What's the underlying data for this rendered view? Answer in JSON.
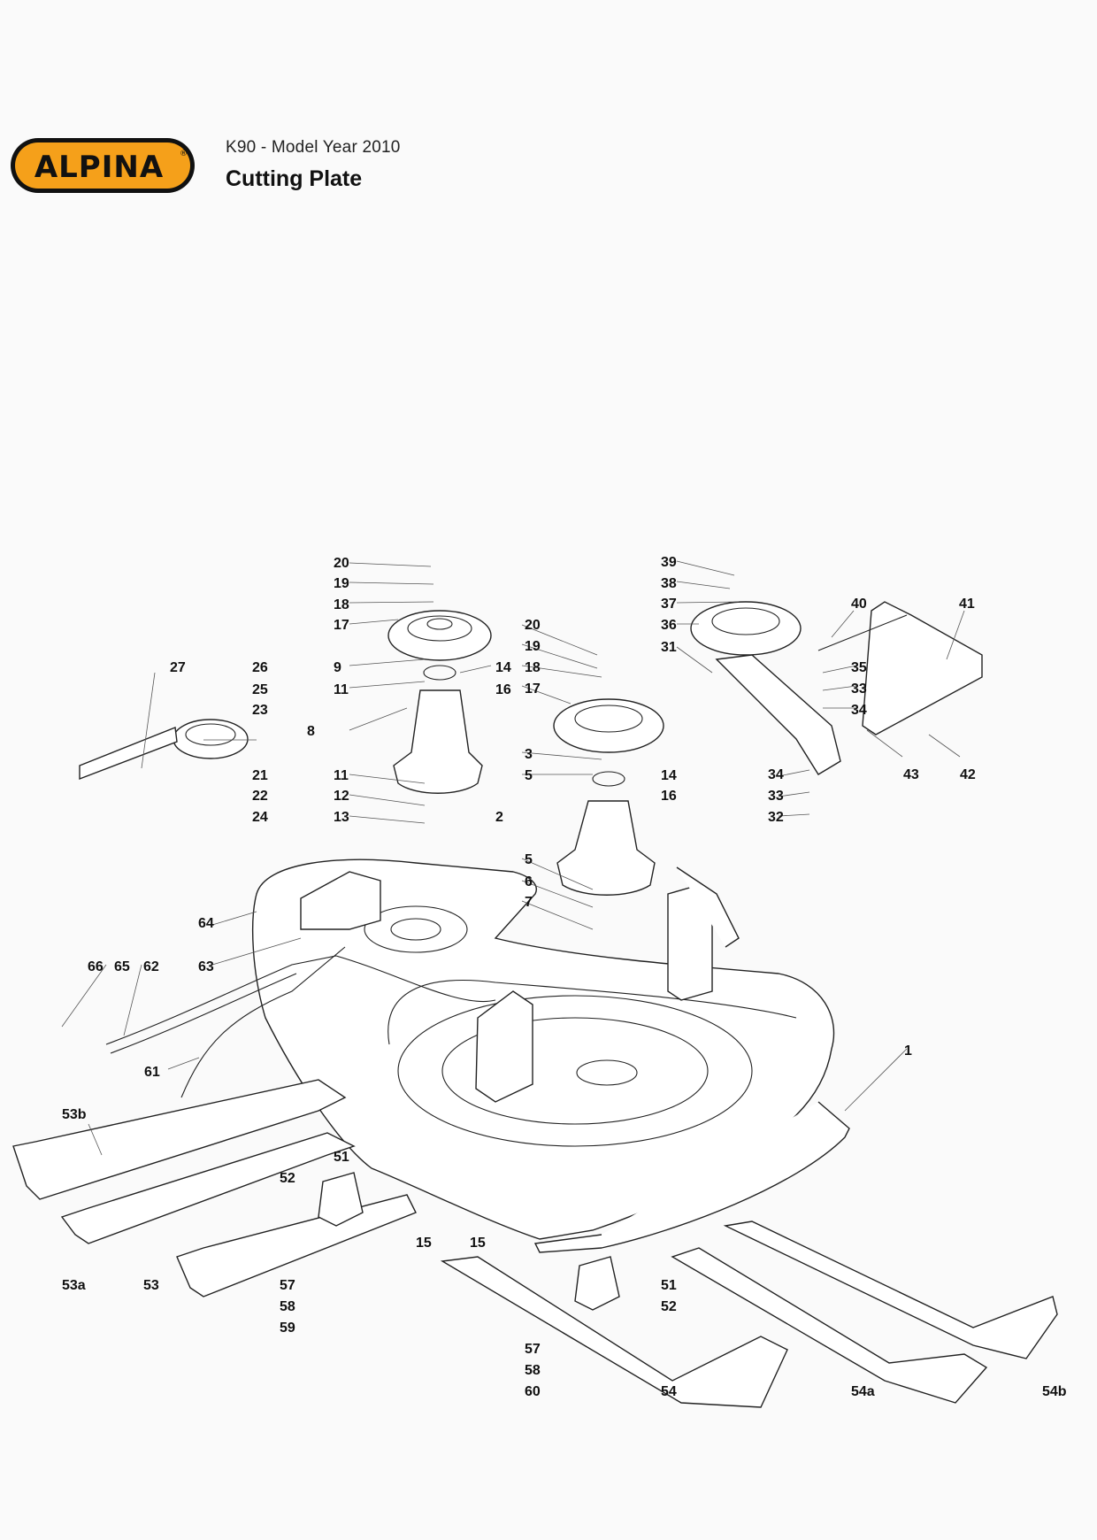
{
  "header": {
    "brand": "ALPINA",
    "model_line": "K90 - Model Year 2010",
    "title": "Cutting Plate"
  },
  "callouts": [
    "20",
    "19",
    "18",
    "17",
    "9",
    "11",
    "14",
    "16",
    "8",
    "11",
    "12",
    "13",
    "39",
    "38",
    "37",
    "36",
    "31",
    "40",
    "41",
    "35",
    "33",
    "34",
    "43",
    "42",
    "34",
    "33",
    "32",
    "27",
    "26",
    "25",
    "23",
    "21",
    "22",
    "24",
    "20",
    "19",
    "18",
    "17",
    "3",
    "5",
    "14",
    "16",
    "2",
    "5",
    "6",
    "7",
    "64",
    "63",
    "66",
    "65",
    "62",
    "61",
    "1",
    "53b",
    "51",
    "52",
    "15",
    "15",
    "51",
    "52",
    "53a",
    "53",
    "57",
    "58",
    "59",
    "57",
    "58",
    "60",
    "54",
    "54a",
    "54b"
  ],
  "colors": {
    "brand_orange": "#f5a01a",
    "brand_black": "#111111",
    "line": "#222222"
  }
}
